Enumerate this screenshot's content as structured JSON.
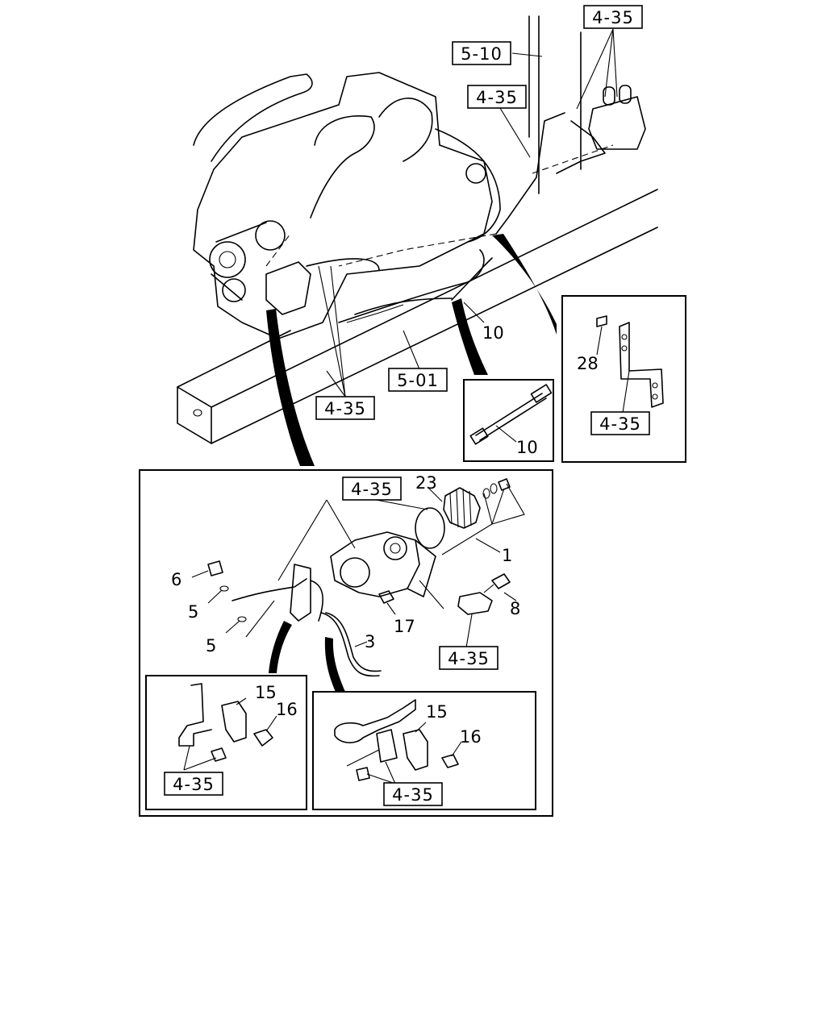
{
  "callouts": {
    "ref_5_10": "5-10",
    "ref_4_35_top_right": "4-35",
    "ref_4_35_upper": "4-35",
    "ref_5_01": "5-01",
    "ref_4_35_engine": "4-35",
    "ref_4_35_pump_top": "4-35",
    "ref_4_35_pump_bottom": "4-35",
    "ref_4_35_bracket": "4-35",
    "ref_4_35_clamp_left": "4-35",
    "ref_4_35_clamp_right": "4-35"
  },
  "parts": {
    "p1": "1",
    "p3": "3",
    "p5a": "5",
    "p5b": "5",
    "p6": "6",
    "p8": "8",
    "p10_main": "10",
    "p10_detail": "10",
    "p15_left": "15",
    "p16_left": "16",
    "p15_right": "15",
    "p16_right": "16",
    "p17": "17",
    "p23": "23",
    "p28": "28"
  }
}
